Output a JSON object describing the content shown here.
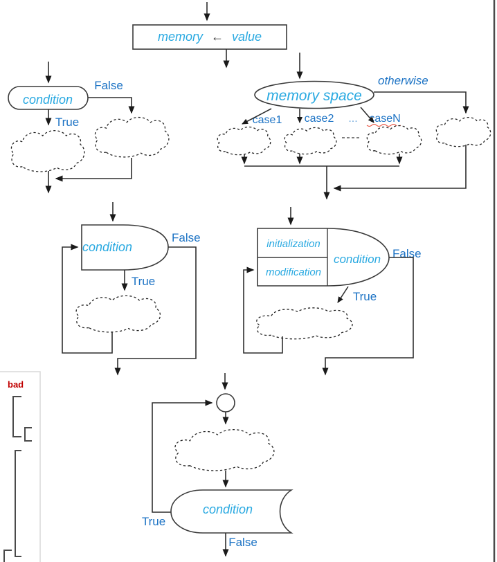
{
  "colors": {
    "shape_text": "#29a9e1",
    "branch_label": "#1b72c4",
    "ellipsis_label": "#6fa8dc",
    "bad_label": "#c00000",
    "arrow_glyph": "#333333",
    "line": "#2e2e2e"
  },
  "assignment": {
    "memory": "memory",
    "arrow": "←",
    "value": "value"
  },
  "selection": {
    "condition": "condition",
    "true_label": "True",
    "false_label": "False"
  },
  "switch": {
    "selector": "memory space",
    "otherwise": "otherwise",
    "case1": "case1",
    "case2": "case2",
    "ellipsis": "...",
    "caseN": "caseN"
  },
  "while_loop": {
    "condition": "condition",
    "true_label": "True",
    "false_label": "False"
  },
  "for_loop": {
    "initialization": "initialization",
    "modification": "modification",
    "condition": "condition",
    "true_label": "True",
    "false_label": "False"
  },
  "do_while": {
    "condition": "condition",
    "true_label": "True",
    "false_label": "False"
  },
  "side_panel": {
    "bad": "bad"
  }
}
